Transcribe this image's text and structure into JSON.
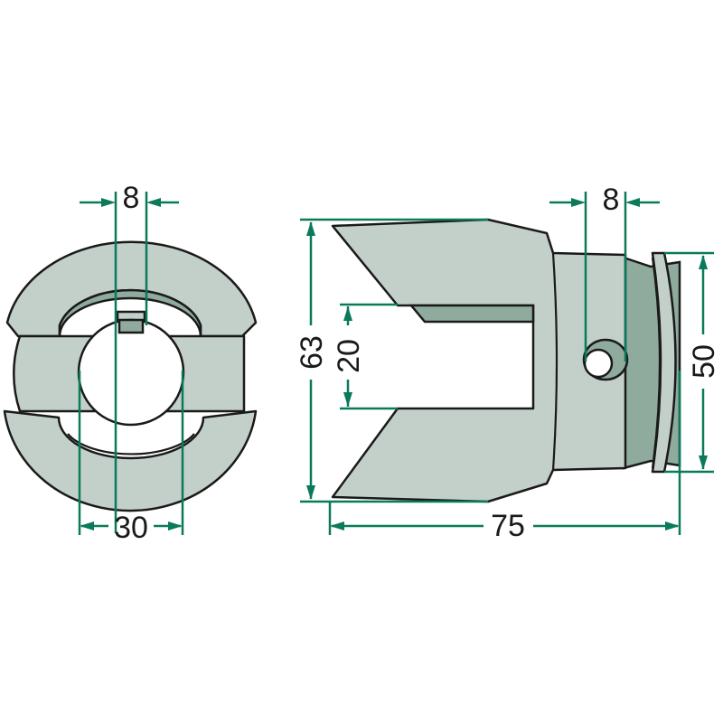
{
  "front_view": {
    "slot_width": "8",
    "bore_diameter": "30"
  },
  "side_view": {
    "overall_height": "63",
    "slot_height": "20",
    "hole_offset": "8",
    "flange_diameter": "50",
    "overall_length": "75"
  },
  "colors": {
    "body": "#c3d0ca",
    "shade": "#8fab9d",
    "dimension": "#0a7a5a"
  }
}
